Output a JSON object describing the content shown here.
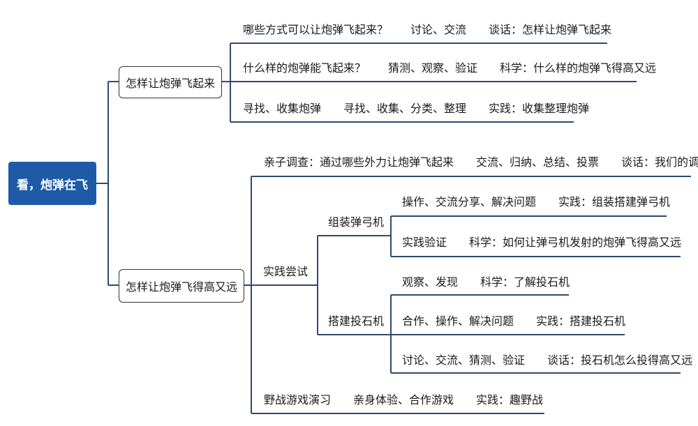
{
  "root": "看，炮弹在飞",
  "branch1": {
    "label": "怎样让炮弹飞起来",
    "rows": [
      "哪些方式可以让炮弹飞起来？　　讨论、交流　　谈话：怎样让炮弹飞起来",
      "什么样的炮弹能飞起来？　　猜测、观察、验证　　科学：什么样的炮弹飞得高又远",
      "寻找、收集炮弹　　寻找、收集、分类、整理　　实践：收集整理炮弹"
    ]
  },
  "branch2": {
    "label": "怎样让炮弹飞得高又远",
    "row_top": "亲子调查：通过哪些外力让炮弹飞起来　　交流、归纳、总结、投票　　谈话：我们的调查",
    "practice": {
      "label": "实践尝试",
      "slingshot": {
        "label": "组装弹弓机",
        "rows": [
          "操作、交流分享、解决问题　　实践：组装搭建弹弓机",
          "实践验证　　科学：如何让弹弓机发射的炮弹飞得高又远"
        ]
      },
      "catapult": {
        "label": "搭建投石机",
        "rows": [
          "观察、发现　　科学：了解投石机",
          "合作、操作、解决问题　　实践：搭建投石机",
          "讨论、交流、猜测、验证　　谈话：投石机怎么投得高又远"
        ]
      }
    },
    "row_bottom": "野战游戏演习　　亲身体验、合作游戏　　实践：趣野战"
  }
}
